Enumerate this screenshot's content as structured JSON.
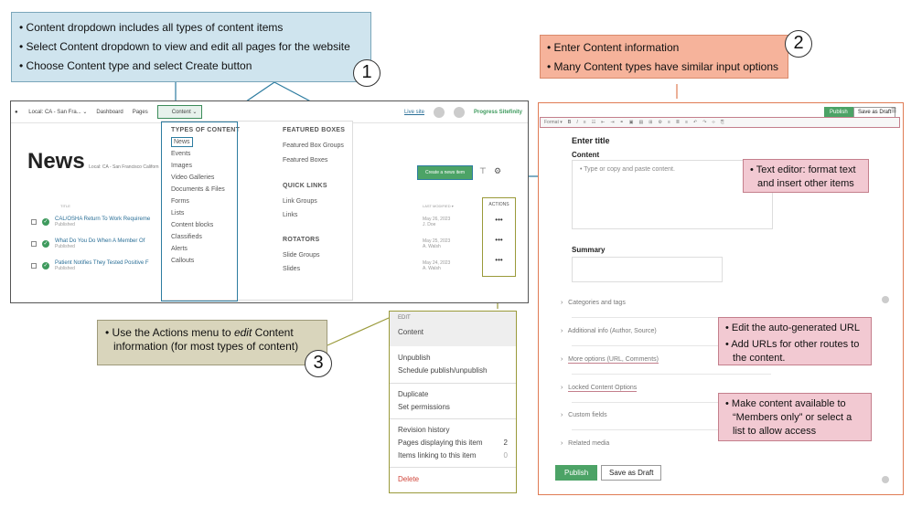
{
  "callouts": {
    "one": {
      "number": "1",
      "lines": [
        "Content dropdown includes all types of content items",
        "Select Content dropdown to view and edit all pages for the website",
        "Choose Content type and select Create button"
      ]
    },
    "two": {
      "number": "2",
      "lines": [
        "Enter Content information",
        "Many Content types have similar input options"
      ]
    },
    "three": {
      "number": "3",
      "line1_a": "Use the Actions menu to ",
      "line1_em": "edit",
      "line1_b": " Content",
      "line2": "information (for most types of content)"
    },
    "text_editor": [
      "Text editor: format text",
      "and insert other items"
    ],
    "url": [
      "Edit the auto-generated URL",
      "Add URLs for other routes to",
      "the content."
    ],
    "members": [
      "Make content available to",
      "“Members only” or select a",
      "list to allow access"
    ]
  },
  "shot1": {
    "site": "Local: CA - San Fra...",
    "nav": [
      "Dashboard",
      "Pages",
      "Content"
    ],
    "live_site": "Live site",
    "brand": "Progress Sitefinity",
    "page_title": "News",
    "page_sub": "Local: CA - San Francisco Californ",
    "create_button": "Create a news item",
    "col_title": "TITLE",
    "col_modified": "LAST MODIFIED",
    "col_actions": "ACTIONS",
    "rows": [
      {
        "title": "CAL/OSHA Return To Work Requireme",
        "status": "Published",
        "date": "May 26, 2023",
        "author": "J. Doe"
      },
      {
        "title": "What Do You Do When A Member Of",
        "status": "Published",
        "date": "May 25, 2023",
        "author": "A. Walsh"
      },
      {
        "title": "Patient Notifies They Tested Positive F",
        "status": "Published",
        "date": "May 24, 2023",
        "author": "A. Walsh"
      }
    ],
    "dropdown": {
      "types_head": "TYPES OF CONTENT",
      "types": [
        "News",
        "Events",
        "Images",
        "Video Galleries",
        "Documents & Files",
        "Forms",
        "Lists",
        "Content blocks",
        "Classifieds",
        "Alerts",
        "Callouts"
      ],
      "featured_head": "FEATURED BOXES",
      "featured": [
        "Featured Box Groups",
        "Featured Boxes"
      ],
      "quick_head": "QUICK LINKS",
      "quick": [
        "Link Groups",
        "Links"
      ],
      "rotators_head": "ROTATORS",
      "rotators": [
        "Slide Groups",
        "Slides"
      ]
    }
  },
  "actions_menu": {
    "edit_label": "EDIT",
    "content": "Content",
    "group1": [
      "Unpublish",
      "Schedule publish/unpublish"
    ],
    "group2": [
      "Duplicate",
      "Set permissions"
    ],
    "revision": "Revision history",
    "pages_displaying": "Pages displaying this item",
    "pages_count": "2",
    "items_linking": "Items linking to this item",
    "items_count": "0",
    "delete": "Delete"
  },
  "shot2": {
    "publish": "Publish",
    "save_draft": "Save as Draft",
    "format": "Format",
    "enter_title": "Enter title",
    "content_label": "Content",
    "content_placeholder": "Type or copy and paste content.",
    "summary_label": "Summary",
    "sections": [
      "Categories and tags",
      "Additional info (Author, Source)",
      "More options (URL, Comments)",
      "Locked Content Options",
      "Custom fields",
      "Related media"
    ]
  },
  "colors": {
    "accent_green": "#4ca366",
    "blue_callout": "#cfe4ee",
    "orange_callout": "#f6b39b",
    "olive_callout": "#d9d5bc",
    "pink_callout": "#f2c9d2"
  }
}
